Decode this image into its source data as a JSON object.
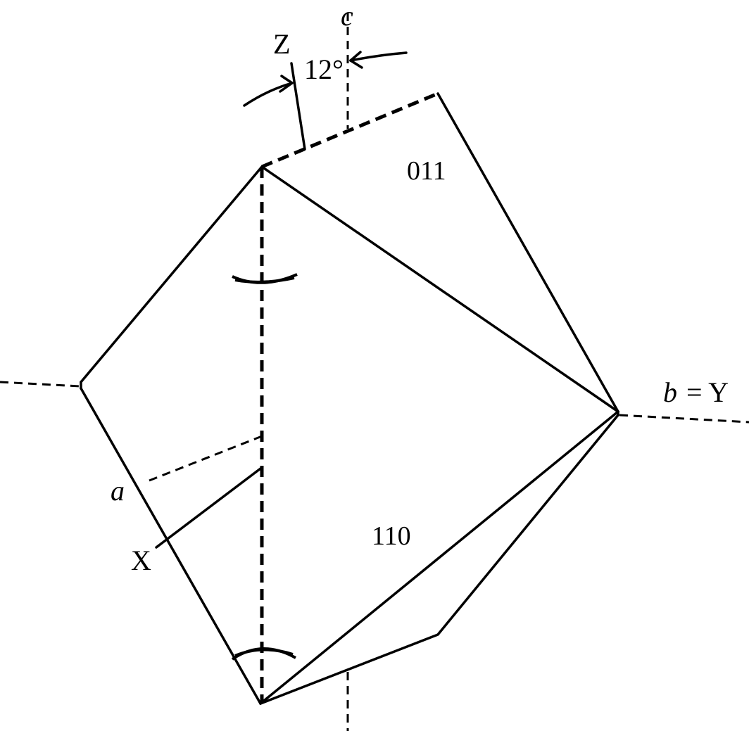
{
  "labels": {
    "axis_c": "c",
    "axis_z": "Z",
    "angle": "12°",
    "face_011": "011",
    "face_110": "110",
    "axis_b": "b",
    "axis_y_eq": "= Y",
    "axis_a": "a",
    "axis_x": "X"
  }
}
